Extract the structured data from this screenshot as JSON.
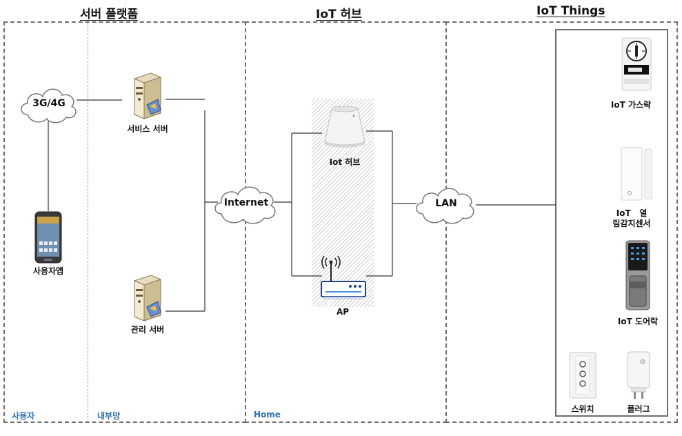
{
  "sections": {
    "server_platform": "서버 플랫폼",
    "iot_hub": "IoT 허브",
    "iot_things": "IoT Things"
  },
  "zones": {
    "user": "사용자",
    "internal": "내부망",
    "home": "Home"
  },
  "clouds": {
    "cellular": "3G/4G",
    "internet": "Internet",
    "lan": "LAN"
  },
  "nodes": {
    "user_app": "사용자앱",
    "service_server": "서비스 서버",
    "admin_server": "관리 서버",
    "hub_device": "Iot 허브",
    "ap": "AP"
  },
  "things": {
    "gas_lock": "IoT 가스락",
    "open_sensor_line1": "IoT   열",
    "open_sensor_line2": "림감지센서",
    "door_lock": "IoT 도어락",
    "switch": "스위치",
    "plug": "플러그"
  }
}
